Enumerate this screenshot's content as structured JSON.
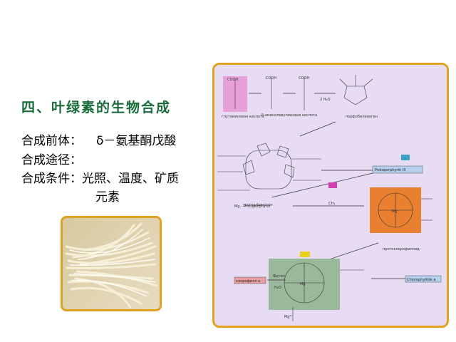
{
  "heading": "四、叶绿素的生物合成",
  "precursor": {
    "label": "合成前体：",
    "value": "δ－氨基酮戊酸"
  },
  "pathway": {
    "label": "合成途径："
  },
  "conditions": {
    "label": "合成条件：",
    "value_line1": "光照、温度、矿质",
    "value_line2": "元素"
  },
  "diagram": {
    "colors": {
      "background": "#e8dcf4",
      "border": "#e0a020",
      "pink": "#e8a0d8",
      "orange": "#e88030",
      "green": "#9ab89a"
    },
    "labels": {
      "glutamic": "глутаминовая кислота",
      "ala": "δ-аминолевулиновая кислота",
      "porphobilinogen": "порфобилиноген",
      "uroporphyrinogen": "уропорфиноген",
      "protoporphyrin": "Protoporphyrin IX",
      "mg_proto": "Mg – Protoporphyrin",
      "protochlorophyllide": "протохлорофиллид",
      "chlorophyllide_a": "Chlorophyllide a",
      "chlorophyll_a": "хлорофилл a",
      "phytol": "Фитол",
      "h2o": "H₂O",
      "ch3": "CH₃",
      "mg": "Mg",
      "mg2": "Mg²⁺",
      "two_h2o": "2 H₂O",
      "cooh": "COOH"
    }
  }
}
